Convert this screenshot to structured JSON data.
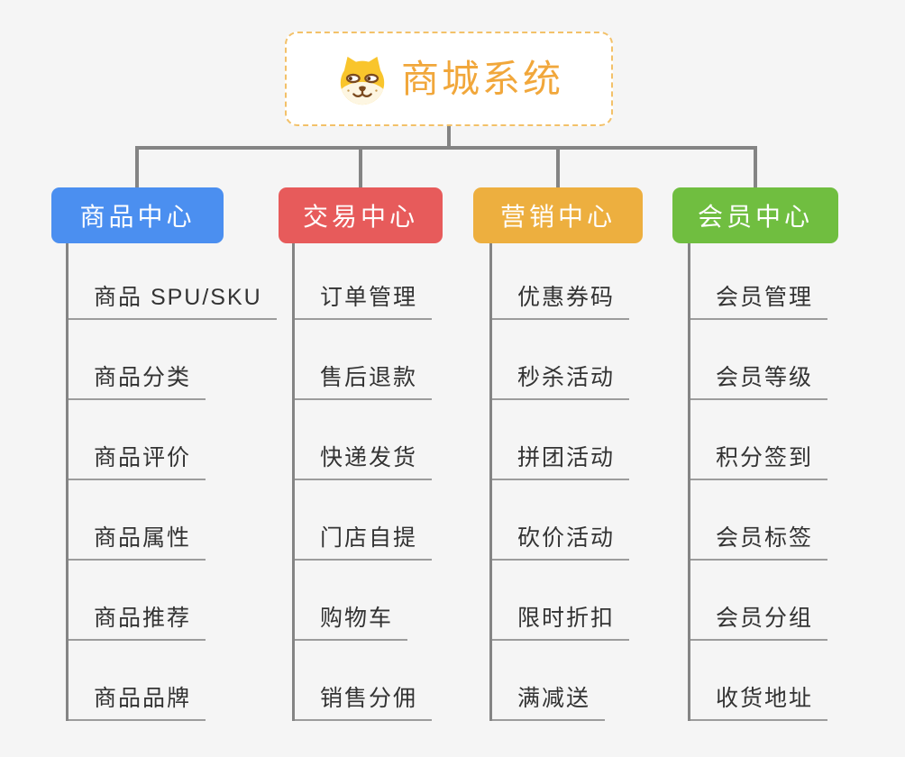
{
  "root": {
    "title": "商城系统",
    "icon": "shiba-dog-icon"
  },
  "branches": [
    {
      "id": "product",
      "label": "商品中心",
      "color": "#4b8ff0",
      "children": [
        "商品 SPU/SKU",
        "商品分类",
        "商品评价",
        "商品属性",
        "商品推荐",
        "商品品牌"
      ]
    },
    {
      "id": "trade",
      "label": "交易中心",
      "color": "#e75b5b",
      "children": [
        "订单管理",
        "售后退款",
        "快递发货",
        "门店自提",
        "购物车",
        "销售分佣"
      ]
    },
    {
      "id": "marketing",
      "label": "营销中心",
      "color": "#edaf3f",
      "children": [
        "优惠券码",
        "秒杀活动",
        "拼团活动",
        "砍价活动",
        "限时折扣",
        "满减送"
      ]
    },
    {
      "id": "member",
      "label": "会员中心",
      "color": "#70be40",
      "children": [
        "会员管理",
        "会员等级",
        "积分签到",
        "会员标签",
        "会员分组",
        "收货地址"
      ]
    }
  ],
  "colors": {
    "background": "#f5f5f5",
    "connector": "#848484",
    "leaf_underline": "#9c9c9c",
    "leaf_text": "#333333",
    "root_text": "#f1a73b",
    "root_border": "#f3c169",
    "root_background": "#ffffff"
  }
}
